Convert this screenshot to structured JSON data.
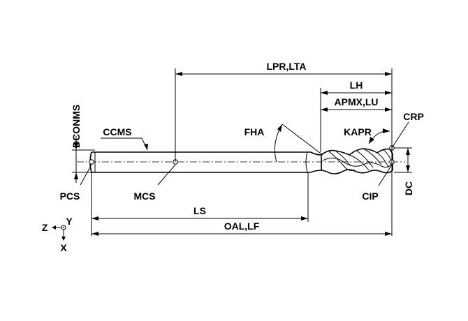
{
  "labels": {
    "lpr_lta": "LPR,LTA",
    "lh": "LH",
    "apmx_lu": "APMX,LU",
    "crp": "CRP",
    "dconms": "DCONMS",
    "ccms": "CCMS",
    "fha": "FHA",
    "kapr": "KAPR",
    "pcs": "PCS",
    "mcs": "MCS",
    "cip": "CIP",
    "dc": "DC",
    "ls": "LS",
    "oal_lf": "OAL,LF"
  },
  "axes": {
    "z": "Z",
    "y": "Y",
    "x": "X"
  }
}
